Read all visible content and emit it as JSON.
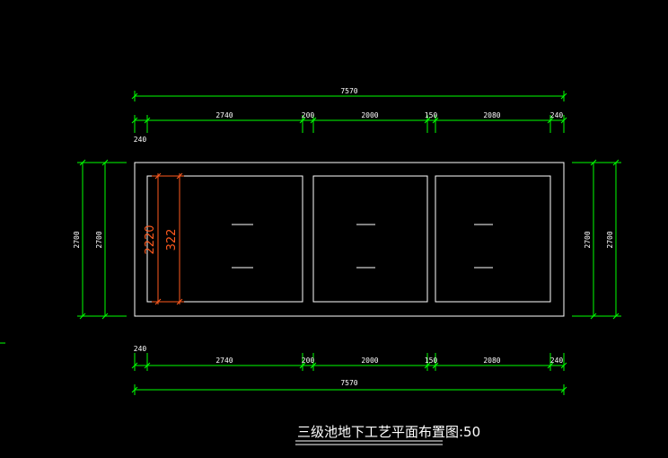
{
  "colors": {
    "background": "#000000",
    "outline": "#ffffff",
    "dimension": "#00ff00",
    "highlight": "#ff5a1e"
  },
  "top_dims": {
    "total": "7570",
    "seg1": "2740",
    "seg2": "200",
    "seg3": "2000",
    "seg4": "150",
    "seg5": "2080",
    "seg6": "240",
    "left_wall": "240"
  },
  "bottom_dims": {
    "left_wall": "240",
    "seg1": "2740",
    "seg2": "200",
    "seg3": "2000",
    "seg4": "150",
    "seg5": "2080",
    "seg6": "240",
    "total": "7570"
  },
  "side_dims": {
    "left_outer": "2700",
    "left_inner": "2700",
    "right_inner": "2700",
    "right_outer": "2700"
  },
  "highlight_dims": {
    "a": "2220",
    "b": "322"
  },
  "title": "三级池地下工艺平面布置图:50"
}
